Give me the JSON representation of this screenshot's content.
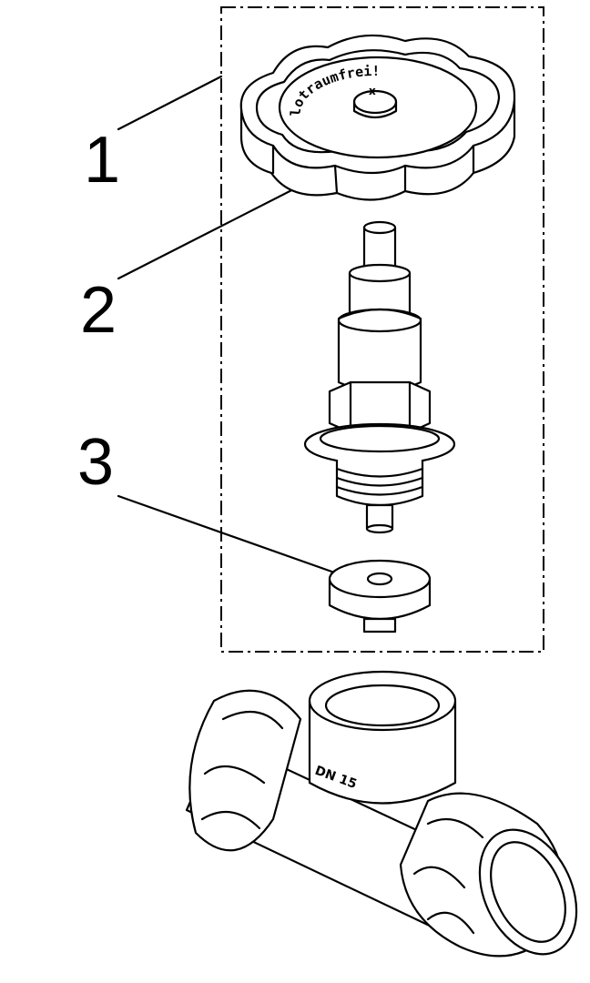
{
  "diagram": {
    "type": "exploded-parts-view",
    "callouts": [
      {
        "number": "1",
        "part": "assembly-group"
      },
      {
        "number": "2",
        "part": "handwheel"
      },
      {
        "number": "3",
        "part": "valve-washer"
      }
    ],
    "handwheel_logo_text": "lotraumfrei!",
    "body_marking_text": "DN 15"
  }
}
